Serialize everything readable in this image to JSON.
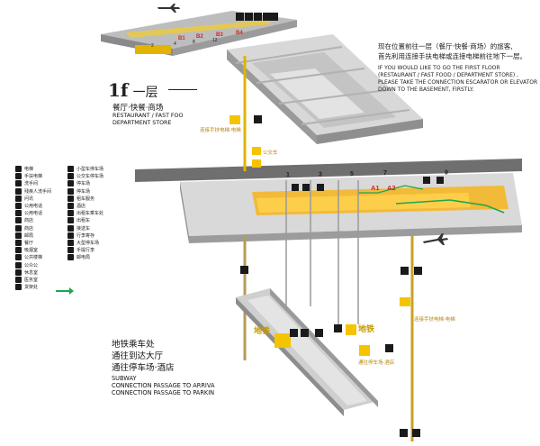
{
  "notice": {
    "zh_line1": "现在位置前往一层（餐厅·快餐·商场）的旅客,",
    "zh_line2": "首先利用连接手扶电梯或连接电梯前往地下一层。",
    "en_line1": "IF YOU WOULD LIKE TO GO THE FIRST FLOOR",
    "en_line2": "(RESTAURANT / FAST FOOD / DEPARTMENT STORE) ,",
    "en_line3": "PLEASE TAKE THE CONNECTION ESCARATOR OR ELEVATOR",
    "en_line4": "DOWN TO THE BASEMENT, FIRSTLY."
  },
  "floor": {
    "level": "1f",
    "level_zh": "一层",
    "desc_zh": "餐厅·快餐·商场",
    "desc_en_line1": "RESTAURANT / FAST FOO",
    "desc_en_line2": "DEPARTMENT STORE"
  },
  "subway": {
    "zh_line1": "地铁乘车处",
    "zh_line2": "通往到达大厅",
    "zh_line3": "通往停车场·酒店",
    "en_line1": "SUBWAY",
    "en_line2": "CONNECTION PASSAGE TO ARRIVA",
    "en_line3": "CONNECTION PASSAGE TO PARKIN"
  },
  "gates_top": [
    "B1",
    "B2",
    "B3",
    "B4"
  ],
  "gates_top_small": [
    "2",
    "4",
    "8",
    "12"
  ],
  "gates_main": [
    "1",
    "3",
    "5",
    "7",
    "9"
  ],
  "gates_main_a": [
    "A1",
    "A2"
  ],
  "labels": {
    "metro_left": "地铁",
    "metro_right": "地铁",
    "escalator_note_1": "连接手扶电梯·电梯",
    "escalator_note_2": "公交车",
    "escalator_note_3": "连接手扶电梯·电梯",
    "parking_note": "通往停车场·酒店"
  },
  "legend": [
    "电梯",
    "手扶电梯",
    "洗手间",
    "残疾人洗手间",
    "问讯",
    "公用电话",
    "公用电话",
    "商店",
    "商店",
    "邮局",
    "餐厅",
    "吸烟室",
    "公共楼梯",
    "公众公",
    "休息室",
    "医务室",
    "货架处",
    "小型车停车场",
    "公交车停车场",
    "停车场",
    "停车场",
    "租车服务",
    "酒店",
    "出租车乘车处",
    "出租车",
    "接送车",
    "行李寄存",
    "大型停车场",
    "手提行李",
    "邮电局",
    "",
    "",
    "",
    ""
  ],
  "colors": {
    "yellow": "#f5c400",
    "orange_floor": "#f6b41c",
    "grey_dark": "#7a7a7a",
    "grey_mid": "#a9a9a9",
    "grey_light": "#cfcfcf",
    "green_arrow": "#1fa64a",
    "red_label": "#d7261e"
  }
}
